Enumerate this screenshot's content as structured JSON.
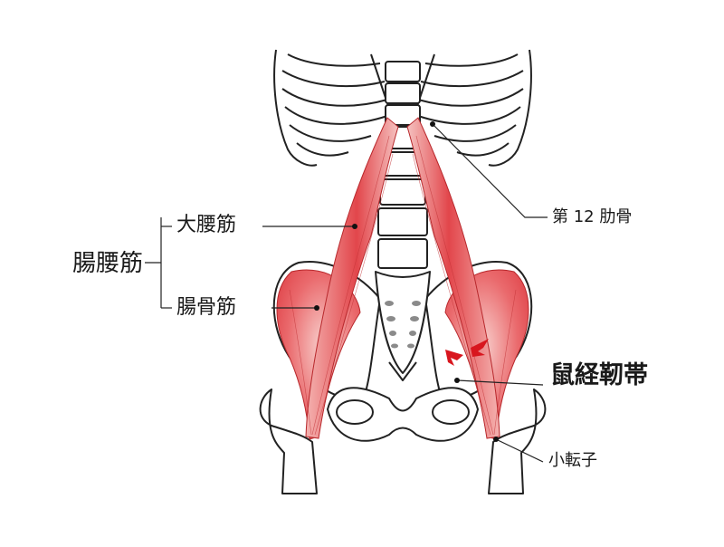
{
  "labels": {
    "iliopsoas": "腸腰筋",
    "psoas_major": "大腰筋",
    "iliacus": "腸骨筋",
    "rib12": "第 12 肋骨",
    "inguinal_ligament": "鼠経靭帯",
    "lesser_trochanter": "小転子"
  },
  "icons": [
    "skeleton-figure",
    "muscle-figure"
  ],
  "colors": {
    "outline": "#222222",
    "muscle": "#e24a4e",
    "muscle_light": "#f6c2c0",
    "ligament": "#d8161e",
    "bone_shade": "#8a8a8a"
  }
}
